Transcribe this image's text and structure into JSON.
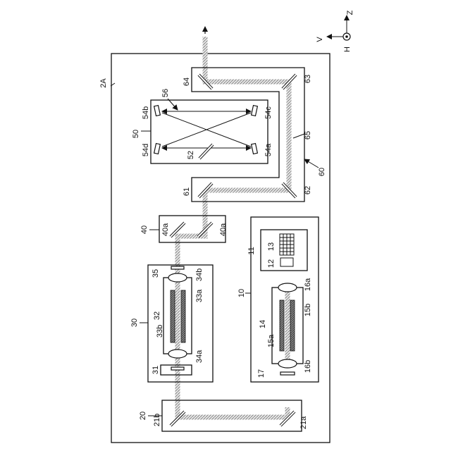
{
  "axes": {
    "z": "Z",
    "v": "V",
    "h": "H"
  },
  "labels": {
    "l2A": "2A",
    "l10": "10",
    "l11": "11",
    "l12": "12",
    "l13": "13",
    "l14": "14",
    "l15a": "15a",
    "l15b": "15b",
    "l16a": "16a",
    "l16b": "16b",
    "l17": "17",
    "l20": "20",
    "l21a": "21a",
    "l21b": "21b",
    "l30": "30",
    "l31": "31",
    "l32": "32",
    "l33a": "33a",
    "l33b": "33b",
    "l34a": "34a",
    "l34b": "34b",
    "l35": "35",
    "l40": "40",
    "l40a1": "40a",
    "l40a2": "40a",
    "l50": "50",
    "l52": "52",
    "l54a": "54a",
    "l54b": "54b",
    "l54c": "54c",
    "l54d": "54d",
    "l56": "56",
    "l60": "60",
    "l61": "61",
    "l62": "62",
    "l63": "63",
    "l64": "64",
    "l65": "65"
  }
}
